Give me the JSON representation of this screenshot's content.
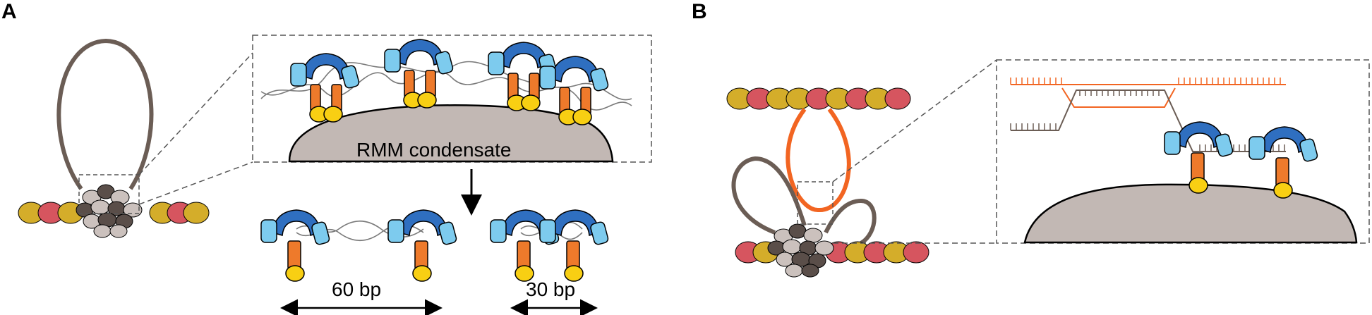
{
  "panels": {
    "a": {
      "label": "A",
      "condensate_label": "RMM condensate",
      "spacing_long": "60 bp",
      "spacing_short": "30 bp"
    },
    "b": {
      "label": "B"
    }
  },
  "colors": {
    "dna_loop": "#6b5d55",
    "loop_b": "#f26522",
    "gold": "#d4ad2a",
    "red": "#d6555f",
    "condensate": "#c2b8b4",
    "nucleosome_dark": "#5a4e49",
    "nucleosome_light": "#cbc1bd",
    "protein_dark": "#2f6fc0",
    "protein_light": "#7dcbee",
    "protein_orange": "#ee7a2b",
    "protein_yellow": "#f8cf13",
    "strand_brown": "#6b5d55",
    "strand_orange": "#f26522"
  }
}
